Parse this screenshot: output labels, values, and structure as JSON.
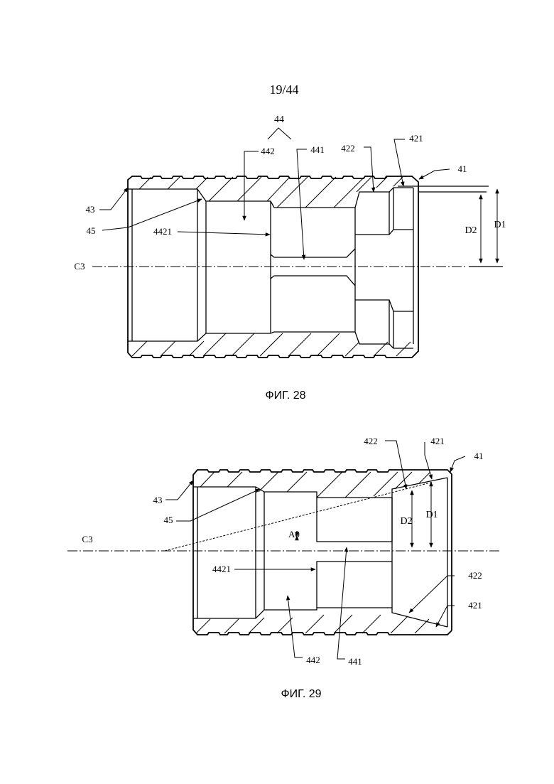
{
  "page": {
    "number": "19/44"
  },
  "figures": [
    {
      "caption": "ФИГ. 28",
      "labels": {
        "l44": "44",
        "l442": "442",
        "l441": "441",
        "l422": "422",
        "l421": "421",
        "l41": "41",
        "l43": "43",
        "l45": "45",
        "l4421": "4421",
        "lC3": "C3",
        "lD2": "D2",
        "lD1": "D1"
      }
    },
    {
      "caption": "ФИГ. 29",
      "labels": {
        "l422a": "422",
        "l421a": "421",
        "l41": "41",
        "l43": "43",
        "l45": "45",
        "lC3": "C3",
        "lD2": "D2",
        "lD1": "D1",
        "lA0": "A0",
        "l4421": "4421",
        "l422b": "422",
        "l421b": "421",
        "l442": "442",
        "l441": "441"
      }
    }
  ]
}
